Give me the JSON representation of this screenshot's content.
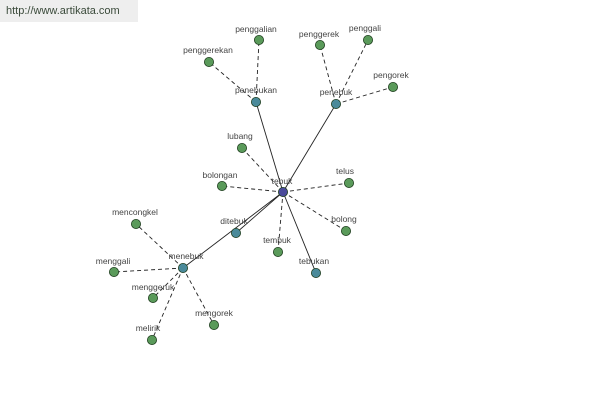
{
  "watermark": "http://www.artikata.com",
  "colors": {
    "root": "#4a4a9a",
    "hub": "#4a8a9a",
    "leaf": "#5a9a5a"
  },
  "graph": {
    "nodes": [
      {
        "id": "tebuk",
        "label": "tebuk",
        "kind": "root"
      },
      {
        "id": "penebukan",
        "label": "penebukan",
        "kind": "hub"
      },
      {
        "id": "penebuk",
        "label": "penebuk",
        "kind": "hub"
      },
      {
        "id": "ditebuk",
        "label": "ditebuk",
        "kind": "hub"
      },
      {
        "id": "menebuk",
        "label": "menebuk",
        "kind": "hub"
      },
      {
        "id": "tebukan",
        "label": "tebukan",
        "kind": "hub"
      },
      {
        "id": "penggalian",
        "label": "penggalian",
        "kind": "leaf"
      },
      {
        "id": "penggerekan",
        "label": "penggerekan",
        "kind": "leaf"
      },
      {
        "id": "penggerek",
        "label": "penggerek",
        "kind": "leaf"
      },
      {
        "id": "penggali",
        "label": "penggali",
        "kind": "leaf"
      },
      {
        "id": "pengorek",
        "label": "pengorek",
        "kind": "leaf"
      },
      {
        "id": "lubang",
        "label": "lubang",
        "kind": "leaf"
      },
      {
        "id": "bolongan",
        "label": "bolongan",
        "kind": "leaf"
      },
      {
        "id": "telus",
        "label": "telus",
        "kind": "leaf"
      },
      {
        "id": "bolong",
        "label": "bolong",
        "kind": "leaf"
      },
      {
        "id": "tembuk",
        "label": "tembuk",
        "kind": "leaf"
      },
      {
        "id": "mencongkel",
        "label": "mencongkel",
        "kind": "leaf"
      },
      {
        "id": "menggali",
        "label": "menggali",
        "kind": "leaf"
      },
      {
        "id": "menggeruk",
        "label": "menggeruk",
        "kind": "leaf"
      },
      {
        "id": "mengorek",
        "label": "mengorek",
        "kind": "leaf"
      },
      {
        "id": "melirik",
        "label": "melirik",
        "kind": "leaf"
      }
    ],
    "edges": [
      {
        "from": "tebuk",
        "to": "penebukan",
        "style": "solid"
      },
      {
        "from": "tebuk",
        "to": "penebuk",
        "style": "solid"
      },
      {
        "from": "tebuk",
        "to": "ditebuk",
        "style": "solid"
      },
      {
        "from": "tebuk",
        "to": "menebuk",
        "style": "solid"
      },
      {
        "from": "tebuk",
        "to": "tebukan",
        "style": "solid"
      },
      {
        "from": "tebuk",
        "to": "lubang",
        "style": "dashed"
      },
      {
        "from": "tebuk",
        "to": "bolongan",
        "style": "dashed"
      },
      {
        "from": "tebuk",
        "to": "telus",
        "style": "dashed"
      },
      {
        "from": "tebuk",
        "to": "bolong",
        "style": "dashed"
      },
      {
        "from": "tebuk",
        "to": "tembuk",
        "style": "dashed"
      },
      {
        "from": "penebukan",
        "to": "penggalian",
        "style": "dashed"
      },
      {
        "from": "penebukan",
        "to": "penggerekan",
        "style": "dashed"
      },
      {
        "from": "penebuk",
        "to": "penggerek",
        "style": "dashed"
      },
      {
        "from": "penebuk",
        "to": "penggali",
        "style": "dashed"
      },
      {
        "from": "penebuk",
        "to": "pengorek",
        "style": "dashed"
      },
      {
        "from": "menebuk",
        "to": "mencongkel",
        "style": "dashed"
      },
      {
        "from": "menebuk",
        "to": "menggali",
        "style": "dashed"
      },
      {
        "from": "menebuk",
        "to": "menggeruk",
        "style": "dashed"
      },
      {
        "from": "menebuk",
        "to": "mengorek",
        "style": "dashed"
      },
      {
        "from": "menebuk",
        "to": "melirik",
        "style": "dashed"
      }
    ]
  }
}
